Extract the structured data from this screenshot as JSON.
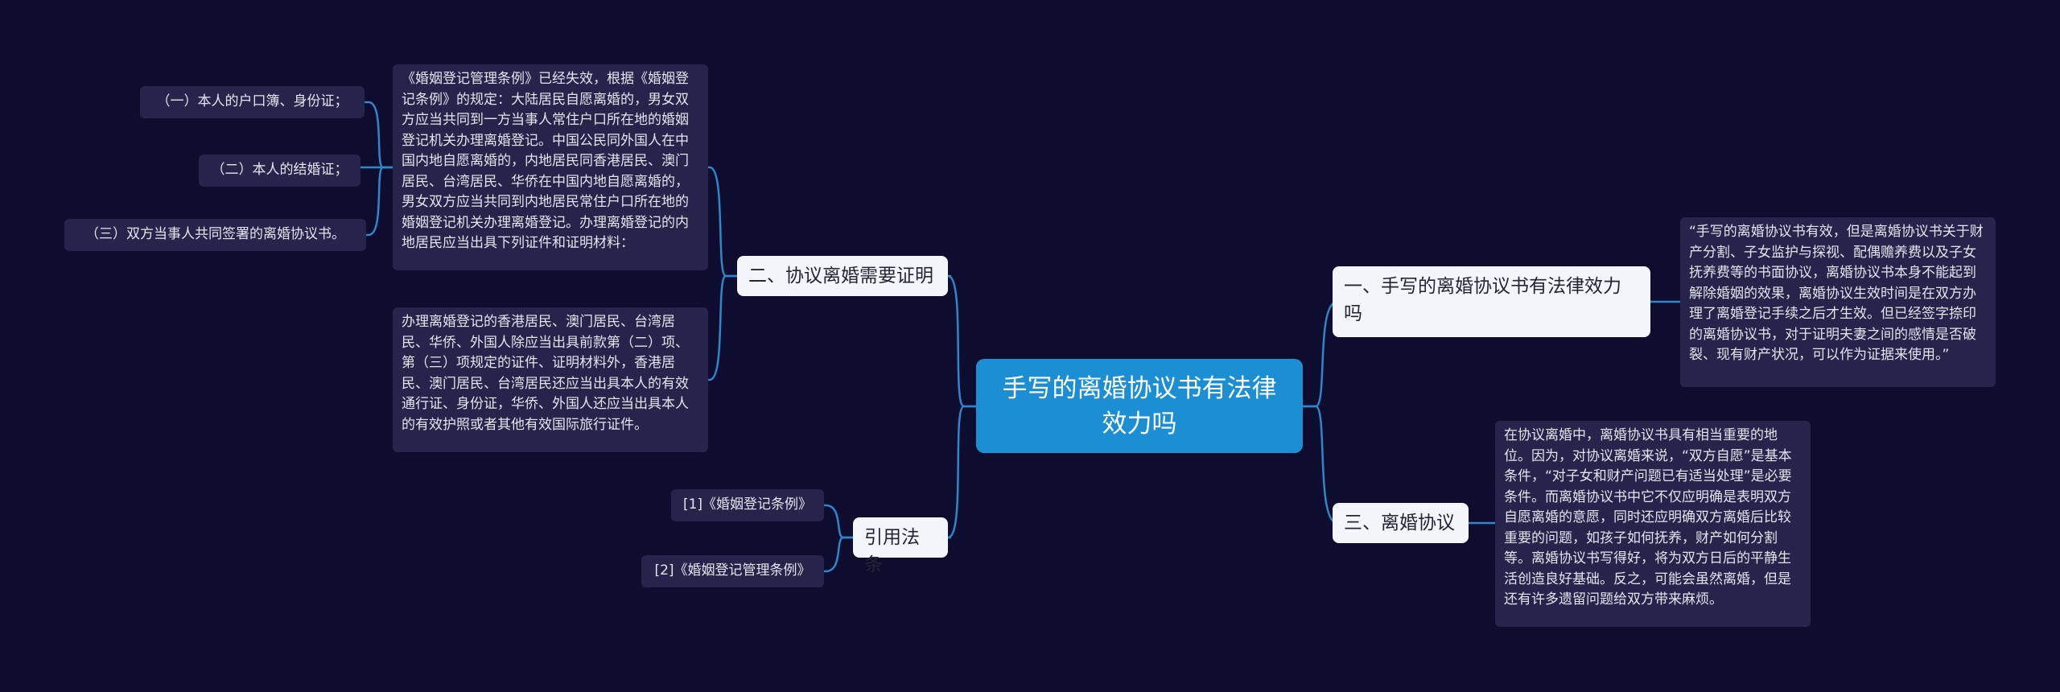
{
  "center": {
    "title": "手写的离婚协议书有法律效力吗"
  },
  "right": {
    "branch1": {
      "label": "一、手写的离婚协议书有法律效力吗",
      "detail": "“手写的离婚协议书有效，但是离婚协议书关于财产分割、子女监护与探视、配偶赡养费以及子女抚养费等的书面协议，离婚协议书本身不能起到解除婚姻的效果，离婚协议生效时间是在双方办理了离婚登记手续之后才生效。但已经签字捺印的离婚协议书，对于证明夫妻之间的感情是否破裂、现有财产状况，可以作为证据来使用。”"
    },
    "branch3": {
      "label": "三、离婚协议",
      "detail": "在协议离婚中，离婚协议书具有相当重要的地位。因为，对协议离婚来说，“双方自愿”是基本条件，“对子女和财产问题已有适当处理”是必要条件。而离婚协议书中它不仅应明确是表明双方自愿离婚的意愿，同时还应明确双方离婚后比较重要的问题，如孩子如何抚养，财产如何分割等。离婚协议书写得好，将为双方日后的平静生活创造良好基础。反之，可能会虽然离婚，但是还有许多遗留问题给双方带来麻烦。"
    }
  },
  "left": {
    "branch2": {
      "label": "二、协议离婚需要证明",
      "detail1": "《婚姻登记管理条例》已经失效，根据《婚姻登记条例》的规定：大陆居民自愿离婚的，男女双方应当共同到一方当事人常住户口所在地的婚姻登记机关办理离婚登记。中国公民同外国人在中国内地自愿离婚的，内地居民同香港居民、澳门居民、台湾居民、华侨在中国内地自愿离婚的，男女双方应当共同到内地居民常住户口所在地的婚姻登记机关办理离婚登记。办理离婚登记的内地居民应当出具下列证件和证明材料：",
      "detail2": "办理离婚登记的香港居民、澳门居民、台湾居民、华侨、外国人除应当出具前款第（二）项、第（三）项规定的证件、证明材料外，香港居民、澳门居民、台湾居民还应当出具本人的有效通行证、身份证，华侨、外国人还应当出具本人的有效护照或者其他有效国际旅行证件。",
      "items": [
        "（一）本人的户口簿、身份证；",
        "（二）本人的结婚证；",
        "（三）双方当事人共同签署的离婚协议书。"
      ]
    },
    "refs": {
      "label": "引用法条",
      "items": [
        "[1]《婚姻登记条例》",
        "[2]《婚姻登记管理条例》"
      ]
    }
  },
  "colors": {
    "background": "#0e0c2f",
    "center": "#1c8fd4",
    "branch": "#f4f5fb",
    "leaf": "#26244a",
    "link": "#2f86c8"
  }
}
